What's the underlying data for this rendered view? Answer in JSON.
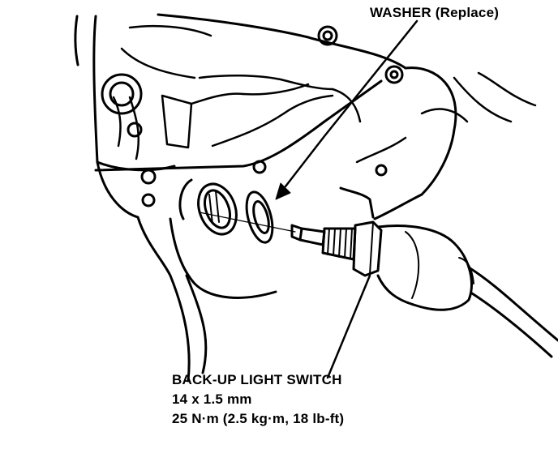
{
  "labels": {
    "washer_name": "WASHER",
    "washer_note": "(Replace)",
    "switch_name": "BACK-UP LIGHT SWITCH",
    "switch_size": "14 x 1.5 mm",
    "switch_torque": "25 N·m (2.5 kg·m, 18 lb-ft)"
  }
}
